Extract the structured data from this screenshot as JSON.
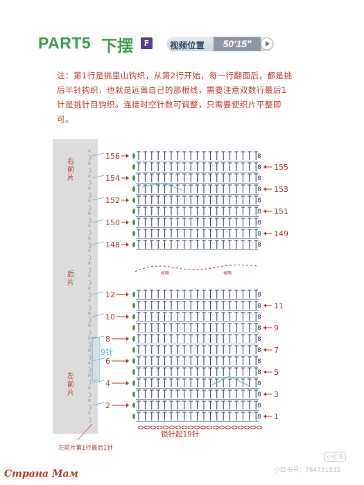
{
  "header": {
    "part": "PART5",
    "title": "下摆",
    "badge": "F",
    "video_label": "视频位置",
    "video_time": "50'15\""
  },
  "note": "注：第1行是挑里山钩织，从第2行开始，每一行翻面后，都是挑后半针钩织，也就是远离自己的那根线，需要注意双数行最后1针是挑针目钩织。连接时空针数可调整，只需要使织片平整即可。",
  "side_labels": {
    "right_front": "右前片",
    "back": "后片",
    "left_front": "左前片"
  },
  "rows_left": [
    "156",
    "154",
    "152",
    "150",
    "148",
    "12",
    "10",
    "8",
    "6",
    "4",
    "2"
  ],
  "rows_right": [
    "155",
    "153",
    "151",
    "149",
    "11",
    "9",
    "7",
    "5",
    "3",
    "1"
  ],
  "stitch_note": "9针",
  "omit_text": "省略",
  "chain_text": "锁针起19针",
  "caption": "左前片第1行最后1针",
  "watermark": "小红书号：784731532",
  "site": "Страна Мам",
  "xhs": "小红书",
  "colors": {
    "title": "#3aa14a",
    "red": "#b03a2e",
    "chart": "#253a58",
    "teal": "#4dbec2",
    "green": "#3a8f3a"
  }
}
